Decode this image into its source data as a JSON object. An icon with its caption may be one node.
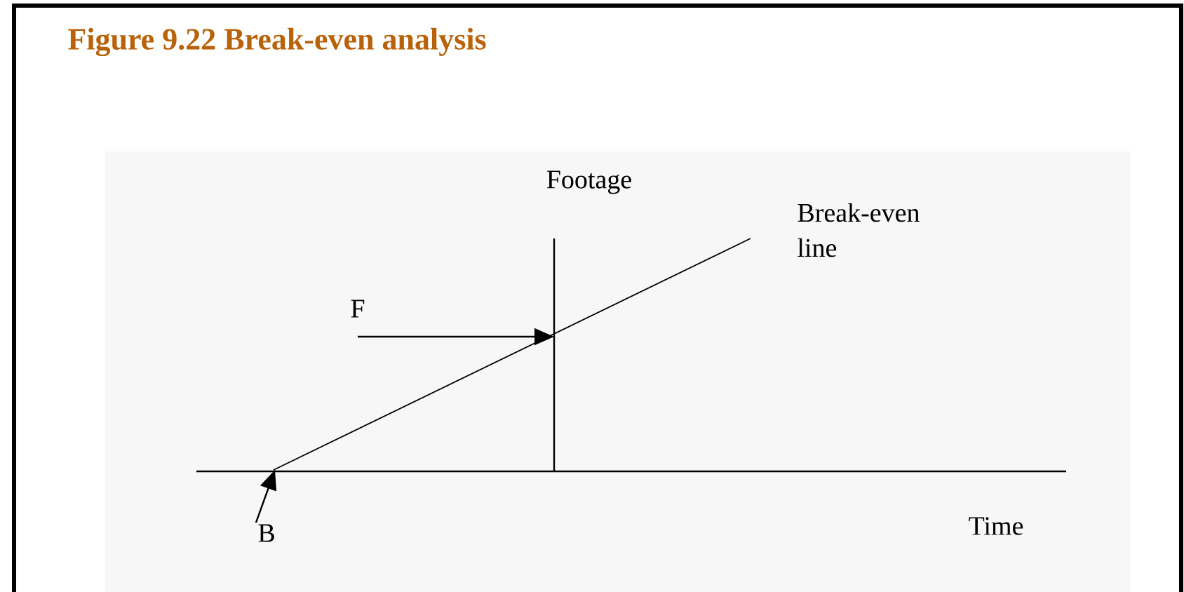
{
  "diagram": {
    "title": "Figure 9.22  Break-even analysis",
    "nodes": [
      {
        "text": [
          "F"
        ]
      },
      {
        "text": [
          "B"
        ]
      }
    ],
    "edges": [
      {
        "from": 0,
        "to": null,
        "arrow": "to"
      },
      {
        "from": 1,
        "to": null,
        "arrow": "to"
      }
    ],
    "labels": [
      "Footage",
      "Break-even line",
      "Time"
    ]
  }
}
